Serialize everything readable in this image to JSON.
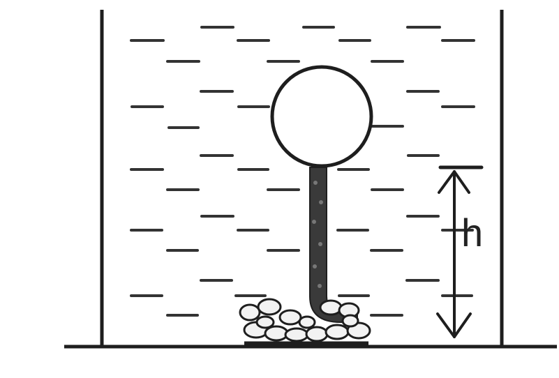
{
  "diagram": {
    "height_label": "h",
    "colors": {
      "line": "#1e1e1e",
      "background": "#ffffff",
      "ball_fill": "#ffffff",
      "string_fill": "#3a3a3a",
      "stone_fill": "#f2f2f2"
    },
    "elements": {
      "container": "container-walls",
      "liquid": "water-surface-marks",
      "sphere": "floating-ball",
      "tether": "string",
      "anchor": "stone-pile",
      "measure": "height-arrow"
    }
  }
}
